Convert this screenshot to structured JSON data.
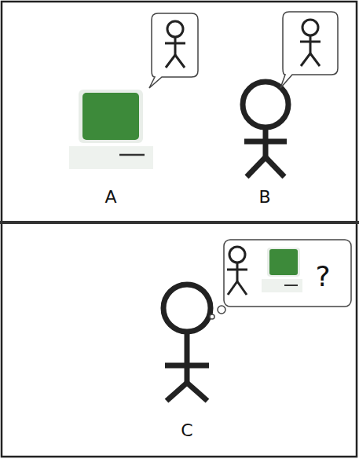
{
  "diagram": {
    "labels": [
      "A",
      "B",
      "?",
      "C"
    ]
  }
}
